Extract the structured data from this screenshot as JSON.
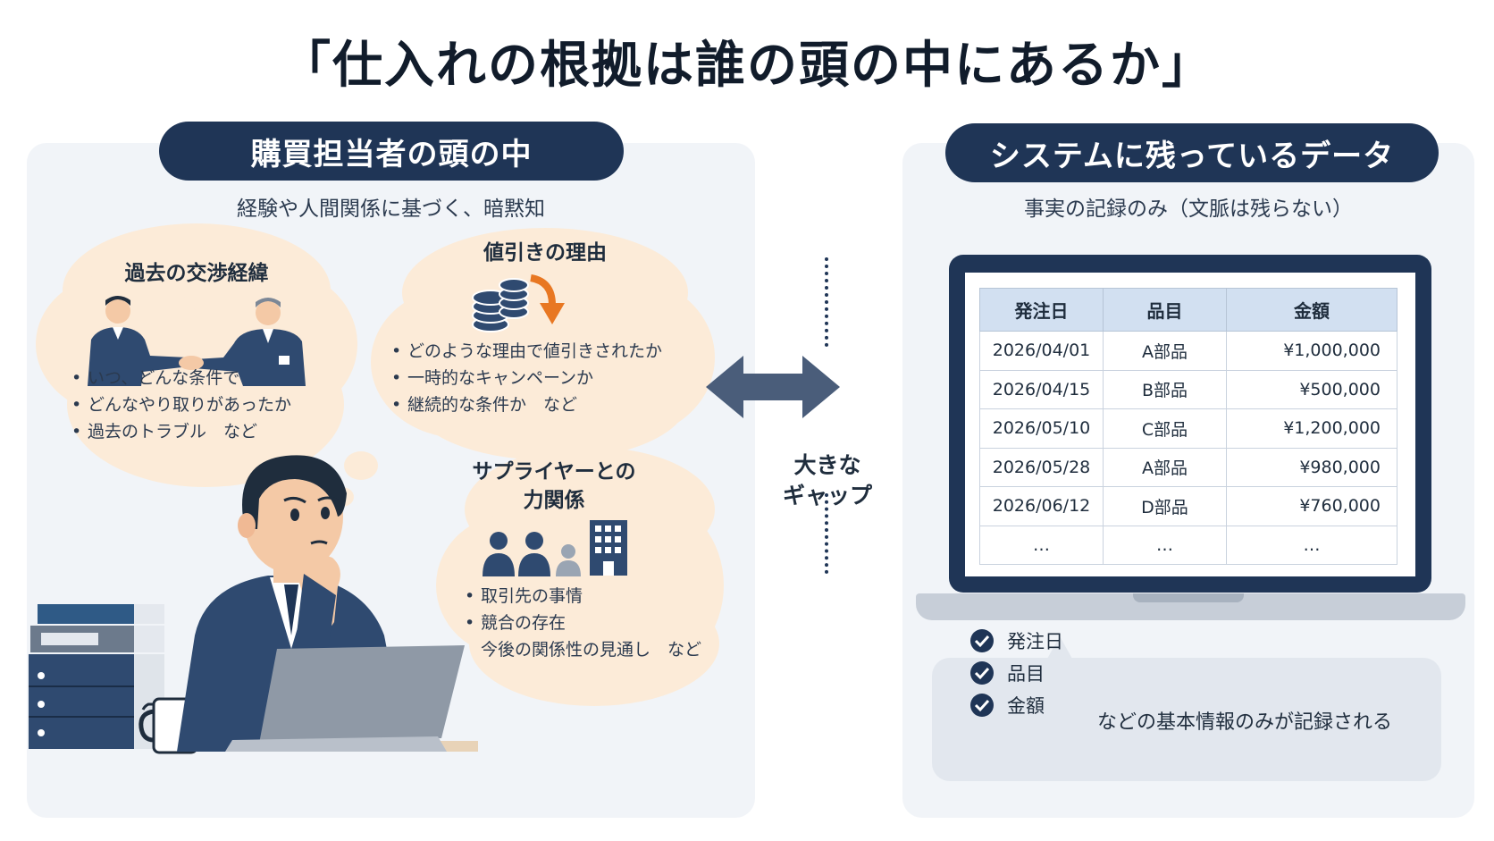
{
  "title": "「仕入れの根拠は誰の頭の中にあるか」",
  "left": {
    "heading": "購買担当者の頭の中",
    "subtitle": "経験や人間関係に基づく、暗黙知",
    "cloud1": {
      "title": "過去の交渉経緯",
      "bullets": [
        "いつ、どんな条件で",
        "どんなやり取りがあったか",
        "過去のトラブル　など"
      ]
    },
    "cloud2": {
      "title": "値引きの理由",
      "bullets": [
        "どのような理由で値引きされたか",
        "一時的なキャンペーンか",
        "継続的な条件か　など"
      ]
    },
    "cloud3": {
      "title_line1": "サプライヤーとの",
      "title_line2": "力関係",
      "bullets": [
        "取引先の事情",
        "競合の存在",
        "今後の関係性の見通し　など"
      ]
    }
  },
  "middle": {
    "label_line1": "大きな",
    "label_line2": "ギャップ"
  },
  "right": {
    "heading": "システムに残っているデータ",
    "subtitle": "事実の記録のみ（文脈は残らない）",
    "table": {
      "headers": [
        "発注日",
        "品目",
        "金額"
      ],
      "rows": [
        [
          "2026/04/01",
          "A部品",
          "¥1,000,000"
        ],
        [
          "2026/04/15",
          "B部品",
          "¥500,000"
        ],
        [
          "2026/05/10",
          "C部品",
          "¥1,200,000"
        ],
        [
          "2026/05/28",
          "A部品",
          "¥980,000"
        ],
        [
          "2026/06/12",
          "D部品",
          "¥760,000"
        ],
        [
          "…",
          "…",
          "…"
        ]
      ]
    },
    "checks": [
      "発注日",
      "品目",
      "金額"
    ],
    "note": "などの基本情報のみが記録される"
  },
  "colors": {
    "navy": "#1f3556",
    "cloud": "#fcebd8",
    "panel": "#f1f4f8",
    "table_header": "#d2e0f1",
    "accent_orange": "#e87722"
  },
  "icons": [
    "handshake-icon",
    "coin-stack-icon",
    "down-arrow-icon",
    "people-icon",
    "building-icon",
    "thinking-person-icon",
    "laptop-icon",
    "book-stack-icon",
    "mug-icon",
    "double-arrow-icon",
    "check-circle-icon"
  ]
}
